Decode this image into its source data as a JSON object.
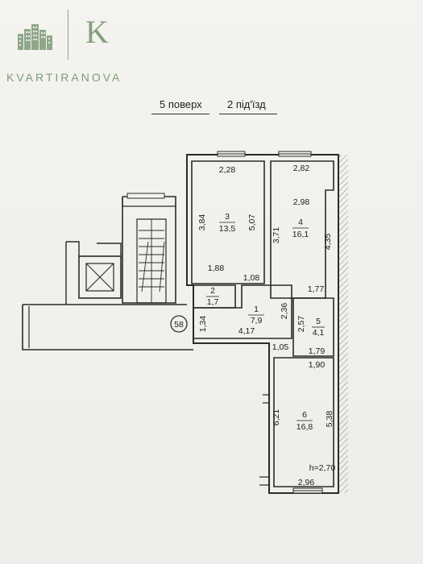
{
  "brand": {
    "name": "KVARTIRANOVA",
    "mark_letter": "K"
  },
  "header": {
    "floor": "5 поверх",
    "entrance": "2 під'їзд"
  },
  "plan": {
    "ceiling_height": "h=2,70",
    "apartment_number": "58",
    "rooms": [
      {
        "num": "1",
        "area": "7,9"
      },
      {
        "num": "2",
        "area": "1,7"
      },
      {
        "num": "3",
        "area": "13,5"
      },
      {
        "num": "4",
        "area": "16,1"
      },
      {
        "num": "5",
        "area": "4,1"
      },
      {
        "num": "6",
        "area": "16,8"
      }
    ],
    "dimensions": {
      "r3_top": "2,28",
      "r3_left": "3,84",
      "r3_right": "5,07",
      "r3_bottom": "1,88",
      "r4_top": "2,82",
      "r4_inner": "2,98",
      "r4_left": "3,71",
      "r4_right": "4,35",
      "r4_bottom": "1,77",
      "corridor_top": "1,08",
      "corridor_right": "2,36",
      "corridor_left": "1,34",
      "corridor_bottom": "4,17",
      "r5_left": "2,57",
      "r5_bottom": "1,79",
      "corner": "1,05",
      "r6_top": "1,90",
      "r6_left": "6,21",
      "r6_right": "5,38",
      "r6_bottom": "2,96"
    }
  },
  "colors": {
    "brand_green": "#86a07f",
    "line": "#2a2a2a",
    "paper": "#f1f0ec"
  }
}
